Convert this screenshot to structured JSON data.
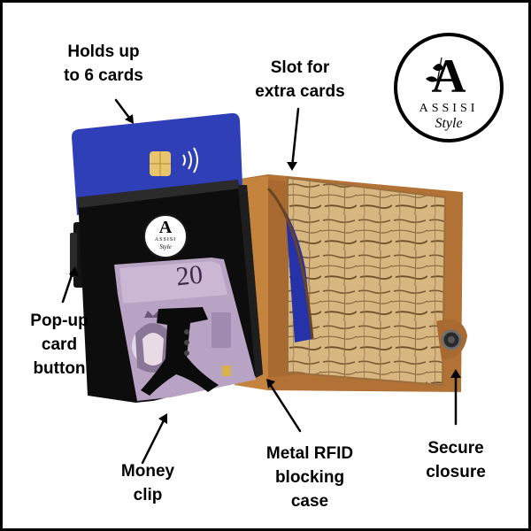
{
  "brand": {
    "logo_letter": "A",
    "logo_name": "ASSISI",
    "logo_script": "Style",
    "logo_ring_color": "#000000"
  },
  "banknote": {
    "denomination": "20"
  },
  "callouts": {
    "holds_cards": [
      "Holds up",
      "to 6 cards"
    ],
    "extra_slot": [
      "Slot for",
      "extra cards"
    ],
    "popup_button": [
      "Pop-up",
      "card",
      "button"
    ],
    "money_clip": [
      "Money",
      "clip"
    ],
    "rfid_case": [
      "Metal RFID",
      "blocking",
      "case"
    ],
    "closure": [
      "Secure",
      "closure"
    ]
  },
  "colors": {
    "card_blue": "#2f3fb8",
    "leather": "#b5763a",
    "cork": "#d7b57e",
    "case_black": "#0d0d0d"
  }
}
